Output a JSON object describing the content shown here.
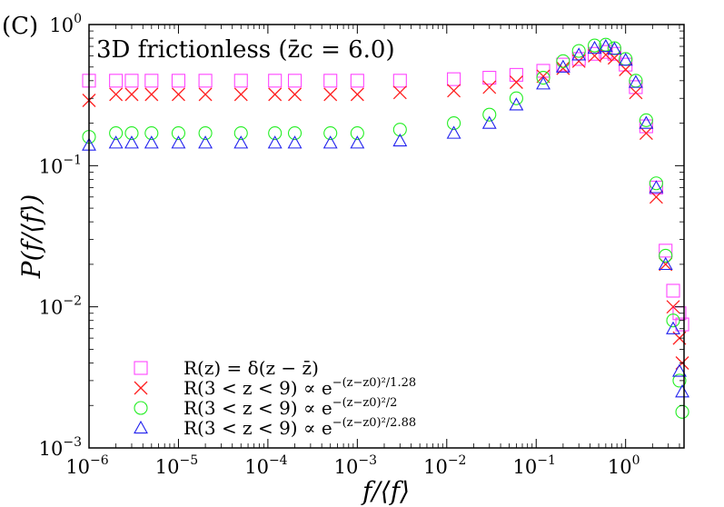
{
  "panel_label": "(C)",
  "chart_data": {
    "type": "scatter",
    "title": "3D frictionless (z̄c = 6.0)",
    "xlabel": "f/⟨f⟩",
    "ylabel": "P(f/⟨f⟩)",
    "xscale": "log",
    "yscale": "log",
    "xlim": [
      1e-06,
      4.5
    ],
    "ylim": [
      0.001,
      1.0
    ],
    "x_ticks": [
      {
        "base": "10",
        "exp": "−6",
        "value": 1e-06
      },
      {
        "base": "10",
        "exp": "−5",
        "value": 1e-05
      },
      {
        "base": "10",
        "exp": "−4",
        "value": 0.0001
      },
      {
        "base": "10",
        "exp": "−3",
        "value": 0.001
      },
      {
        "base": "10",
        "exp": "−2",
        "value": 0.01
      },
      {
        "base": "10",
        "exp": "−1",
        "value": 0.1
      },
      {
        "base": "10",
        "exp": "0",
        "value": 1
      }
    ],
    "y_ticks": [
      {
        "base": "10",
        "exp": "−3",
        "value": 0.001
      },
      {
        "base": "10",
        "exp": "−2",
        "value": 0.01
      },
      {
        "base": "10",
        "exp": "−1",
        "value": 0.1
      },
      {
        "base": "10",
        "exp": "0",
        "value": 1
      }
    ],
    "grid": false,
    "legend_position": "bottom-left",
    "series": [
      {
        "name": "R(z) = δ(z − z̄)",
        "marker": "square",
        "color": "#ff44ff",
        "x": [
          1e-06,
          2e-06,
          3e-06,
          5e-06,
          1e-05,
          2e-05,
          5e-05,
          0.00012,
          0.0002,
          0.0005,
          0.001,
          0.003,
          0.012,
          0.03,
          0.06,
          0.12,
          0.2,
          0.3,
          0.45,
          0.6,
          0.75,
          1.0,
          1.3,
          1.7,
          2.2,
          2.8,
          3.4,
          4.0,
          4.3
        ],
        "y": [
          0.4,
          0.4,
          0.4,
          0.4,
          0.4,
          0.4,
          0.4,
          0.4,
          0.4,
          0.4,
          0.4,
          0.4,
          0.41,
          0.42,
          0.44,
          0.47,
          0.52,
          0.57,
          0.62,
          0.64,
          0.62,
          0.52,
          0.36,
          0.19,
          0.07,
          0.025,
          0.013,
          0.009,
          0.0075
        ]
      },
      {
        "name": "R(3 < z < 9) ∝ e^{−(z−z0)²/1.28}",
        "marker": "x",
        "color": "#ff2020",
        "x": [
          1e-06,
          2e-06,
          3e-06,
          5e-06,
          1e-05,
          2e-05,
          5e-05,
          0.00012,
          0.0002,
          0.0005,
          0.001,
          0.003,
          0.012,
          0.03,
          0.06,
          0.12,
          0.2,
          0.3,
          0.45,
          0.6,
          0.75,
          1.0,
          1.3,
          1.7,
          2.2,
          2.8,
          3.4,
          4.0,
          4.3
        ],
        "y": [
          0.29,
          0.32,
          0.32,
          0.32,
          0.32,
          0.32,
          0.32,
          0.32,
          0.32,
          0.32,
          0.32,
          0.33,
          0.34,
          0.36,
          0.39,
          0.43,
          0.49,
          0.55,
          0.6,
          0.61,
          0.58,
          0.48,
          0.33,
          0.17,
          0.06,
          0.02,
          0.01,
          0.006,
          0.004
        ]
      },
      {
        "name": "R(3 < z < 9) ∝ e^{−(z−z0)²/2}",
        "marker": "circle",
        "color": "#22ee22",
        "x": [
          1e-06,
          2e-06,
          3e-06,
          5e-06,
          1e-05,
          2e-05,
          5e-05,
          0.00012,
          0.0002,
          0.0005,
          0.001,
          0.003,
          0.012,
          0.03,
          0.06,
          0.12,
          0.2,
          0.3,
          0.45,
          0.6,
          0.75,
          1.0,
          1.3,
          1.7,
          2.2,
          2.8,
          3.4,
          4.0,
          4.3
        ],
        "y": [
          0.16,
          0.17,
          0.17,
          0.17,
          0.17,
          0.17,
          0.17,
          0.17,
          0.17,
          0.17,
          0.17,
          0.18,
          0.2,
          0.23,
          0.3,
          0.42,
          0.55,
          0.65,
          0.71,
          0.72,
          0.68,
          0.57,
          0.4,
          0.21,
          0.075,
          0.023,
          0.008,
          0.003,
          0.0018
        ]
      },
      {
        "name": "R(3 < z < 9) ∝ e^{−(z−z0)²/2.88}",
        "marker": "triangle",
        "color": "#2020ee",
        "x": [
          1e-06,
          2e-06,
          3e-06,
          5e-06,
          1e-05,
          2e-05,
          5e-05,
          0.00012,
          0.0002,
          0.0005,
          0.001,
          0.003,
          0.012,
          0.03,
          0.06,
          0.12,
          0.2,
          0.3,
          0.45,
          0.6,
          0.75,
          1.0,
          1.3,
          1.7,
          2.2,
          2.8,
          3.4,
          4.0,
          4.3
        ],
        "y": [
          0.14,
          0.145,
          0.145,
          0.145,
          0.145,
          0.145,
          0.145,
          0.145,
          0.145,
          0.145,
          0.145,
          0.15,
          0.17,
          0.2,
          0.27,
          0.38,
          0.5,
          0.61,
          0.68,
          0.7,
          0.67,
          0.56,
          0.39,
          0.2,
          0.07,
          0.02,
          0.007,
          0.0035,
          0.0025
        ]
      }
    ],
    "legend": [
      {
        "marker": "square",
        "color": "#ff44ff",
        "prefix": "R(z) = δ(z − z̄)",
        "exp": ""
      },
      {
        "marker": "x",
        "color": "#ff2020",
        "prefix": "R(3 < z < 9) ∝ e",
        "exp": "−(z−z0)²/1.28"
      },
      {
        "marker": "circle",
        "color": "#22ee22",
        "prefix": "R(3 < z < 9) ∝ e",
        "exp": "−(z−z0)²/2"
      },
      {
        "marker": "triangle",
        "color": "#2020ee",
        "prefix": "R(3 < z < 9) ∝ e",
        "exp": "−(z−z0)²/2.88"
      }
    ]
  }
}
